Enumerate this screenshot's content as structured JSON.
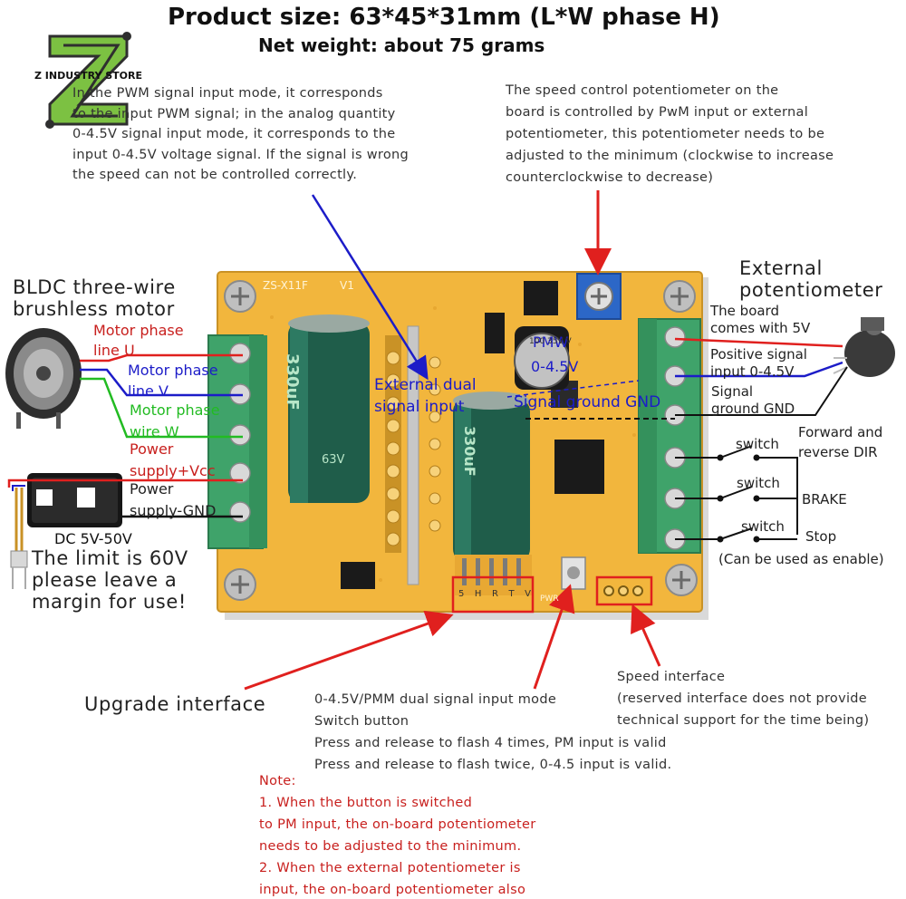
{
  "title": "Product size: 63*45*31mm (L*W phase H)",
  "subtitle": "Net weight: about 75 grams",
  "store_name": "Z INDUSTRY STORE",
  "input_note": "In the PWM signal input mode, it corresponds\nto the input PWM signal; in the analog quantity\n0-4.5V signal input mode, it corresponds to the\ninput 0-4.5V voltage signal. If the signal is wrong\nthe speed can not be controlled correctly.",
  "pot_note": "The speed control potentiometer on the\nboard is controlled by PwM input or external\npotentiometer, this potentiometer needs to be\nadjusted to the minimum (clockwise to increase\ncounterclockwise to decrease)",
  "motor": {
    "title": "BLDC three-wire\nbrushless motor"
  },
  "left_terminals": {
    "phase_u": "Motor phase\nline U",
    "phase_v": "Motor phase\nline V",
    "phase_w": "Motor phase\nwire W",
    "vcc": "Power\nsupply+Vcc",
    "gnd": "Power\nsupply-GND"
  },
  "supply": {
    "range": "DC 5V-50V",
    "limit": "The limit is 60V\nplease leave a\nmargin for use!"
  },
  "external_pot": {
    "title": "External\npotentiometer",
    "five_v": "The board\ncomes with 5V",
    "positive": "Positive signal",
    "input_range": "input 0-4.5V",
    "ground": "Signal\nground GND"
  },
  "right_controls": {
    "switch_label": "switch",
    "dir": "Forward and\nreverse DIR",
    "brake": "BRAKE",
    "stop": "Stop",
    "enable": "(Can be used as enable)"
  },
  "overlay": {
    "dual_input": "External dual\nsignal input",
    "signal_ground": "Signal ground GND"
  },
  "board": {
    "model": "ZS-X11F",
    "version": "V1",
    "cap_rating": "330uF",
    "cap_voltage": "63V",
    "pwm_label": "PMW",
    "pwm_range": "0-4.5V",
    "small_cap": "100\n35V\nV",
    "led_label": "PWR",
    "pin_labels": [
      "5",
      "H",
      "R",
      "T",
      "V"
    ]
  },
  "bottom": {
    "upgrade": "Upgrade interface",
    "mode_button": "0-4.5V/PMM dual signal input mode\nSwitch button\nPress and release to flash 4 times, PM input is valid\nPress and release to flash twice, 0-4.5 input is valid.",
    "speed_interface": "Speed interface\n(reserved interface does not provide\ntechnical support for the time being)",
    "note": "Note:\n1. When the button is switched\nto PM input, the on-board potentiometer\nneeds to be adjusted to the minimum.\n2. When the external potentiometer is\ninput, the on-board potentiometer also"
  },
  "colors": {
    "board": "#f2b63d",
    "terminal": "#3fa36a",
    "capacitor": "#1f5d4a",
    "red_text": "#c8201e",
    "blue_text": "#1c1cc8",
    "green_text": "#22bb22"
  }
}
